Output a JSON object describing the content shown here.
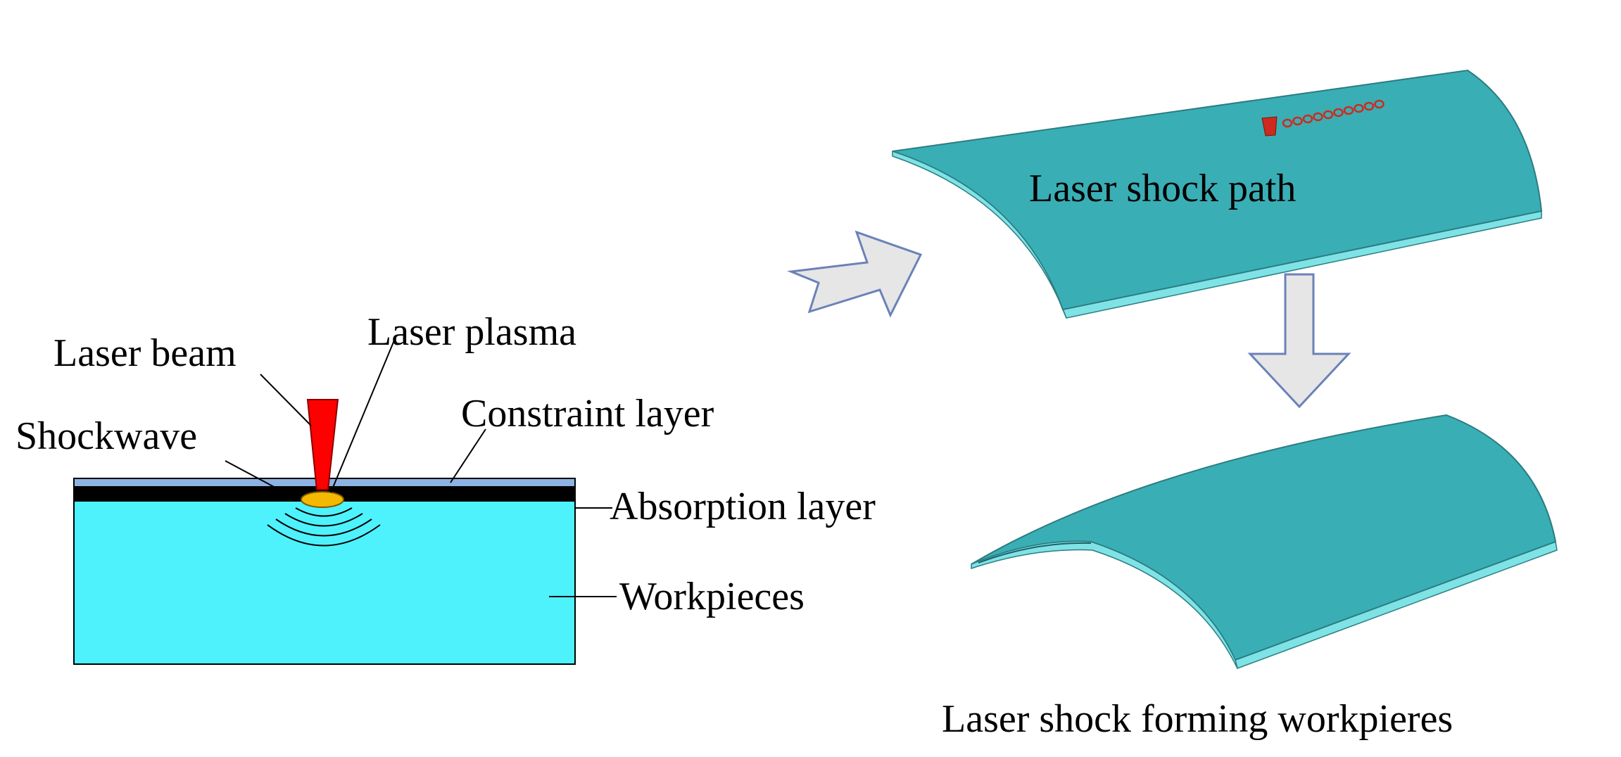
{
  "labels": {
    "laser_beam": "Laser beam",
    "laser_plasma": "Laser plasma",
    "shockwave": "Shockwave",
    "constraint_layer": "Constraint layer",
    "absorption_layer": "Absorption layer",
    "workpieces": "Workpieces",
    "laser_shock_path": "Laser shock path",
    "forming_result": "Laser shock forming workpieres"
  },
  "colors": {
    "workpiece": "#4df2fc",
    "constraint_layer": "#8db3e2",
    "absorption_layer": "#000000",
    "laser_beam": "#ff0000",
    "laser_plasma": "#f5b800",
    "sheet_surface": "#3aaeb5",
    "sheet_edge": "#7fe3e6",
    "arrow_fill": "#e6e6e6",
    "arrow_stroke": "#6b82b8",
    "shock_spot": "#cc2b1d"
  },
  "shock_path": {
    "spot_count": 10
  }
}
